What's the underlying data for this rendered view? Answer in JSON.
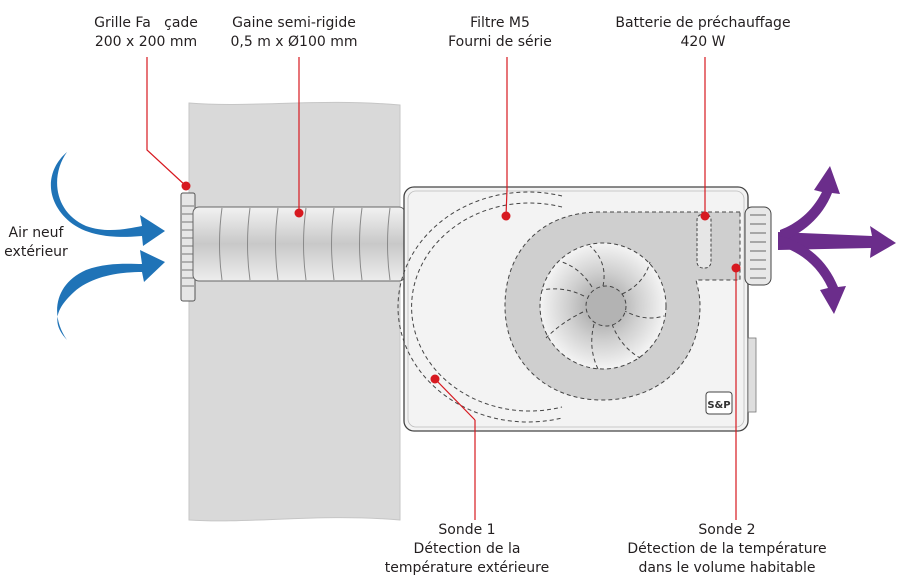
{
  "labels": {
    "grille": {
      "line1": "Grille Fa   çade",
      "line2": "200 x 200 mm"
    },
    "gaine": {
      "line1": "Gaine semi-rigide",
      "line2": "0,5 m x Ø100 mm"
    },
    "filtre": {
      "line1": "Filtre M5",
      "line2": "Fourni de série"
    },
    "batterie": {
      "line1": "Batterie de préchauffage",
      "line2": "420 W"
    },
    "air": {
      "line1": "Air neuf",
      "line2": "extérieur"
    },
    "sonde1": {
      "line1": "Sonde 1",
      "line2": "Détection de la",
      "line3": "température extérieure"
    },
    "sonde2": {
      "line1": "Sonde 2",
      "line2": "Détection de la température",
      "line3": "dans le volume habitable"
    }
  },
  "logo": "S&P",
  "colors": {
    "leader": "#d71920",
    "intake_arrow": "#1f73b7",
    "outlet_arrow": "#6b2d8b",
    "wall": "#d9d9d9"
  }
}
